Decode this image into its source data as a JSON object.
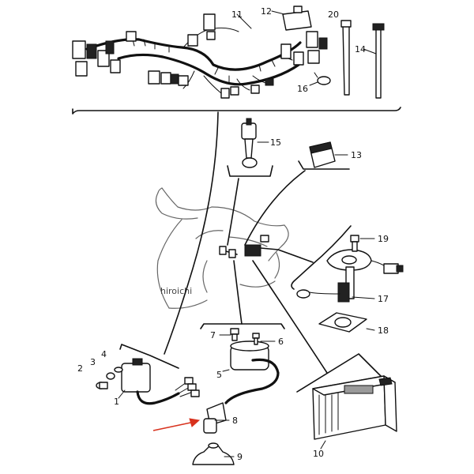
{
  "diagram": {
    "callouts": {
      "p1": "1",
      "p2": "2",
      "p3": "3",
      "p4": "4",
      "p5": "5",
      "p6": "6",
      "p7": "7",
      "p8": "8",
      "p9": "9",
      "p10": "10",
      "p11": "11",
      "p12": "12",
      "p13": "13",
      "p14": "14",
      "p15": "15",
      "p16": "16",
      "p17": "17",
      "p18": "18",
      "p19": "19",
      "p20": "20"
    },
    "watermark": "hiroichi",
    "highlight_color": "#d8321e"
  }
}
